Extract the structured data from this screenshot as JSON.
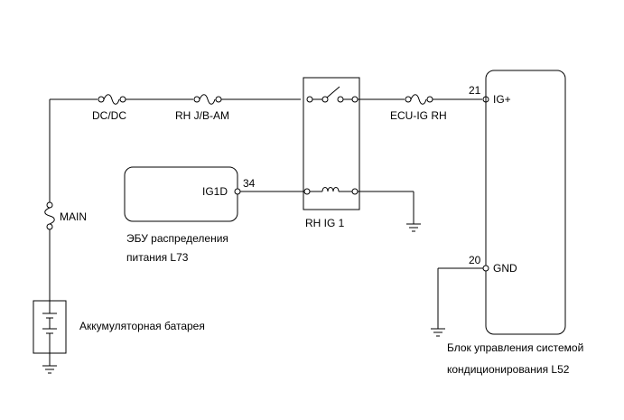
{
  "labels": {
    "fuse_dcdc": "DC/DC",
    "fuse_rh_jb_am": "RH J/B-AM",
    "fuse_ecu_ig_rh": "ECU-IG RH",
    "fuse_main": "MAIN",
    "relay_name": "RH IG 1",
    "ecu_l73_pin_name": "IG1D",
    "ecu_l73_pin_num": "34",
    "ecu_l73_name_line1": "ЭБУ распределения",
    "ecu_l73_name_line2": "питания L73",
    "battery_name": "Аккумуляторная батарея",
    "l52_pin_ig_num": "21",
    "l52_pin_ig_name": "IG+",
    "l52_pin_gnd_num": "20",
    "l52_pin_gnd_name": "GND",
    "l52_name_line1": "Блок управления системой",
    "l52_name_line2": "кондиционирования L52"
  },
  "colors": {
    "wire": "#000000",
    "background": "#ffffff"
  }
}
